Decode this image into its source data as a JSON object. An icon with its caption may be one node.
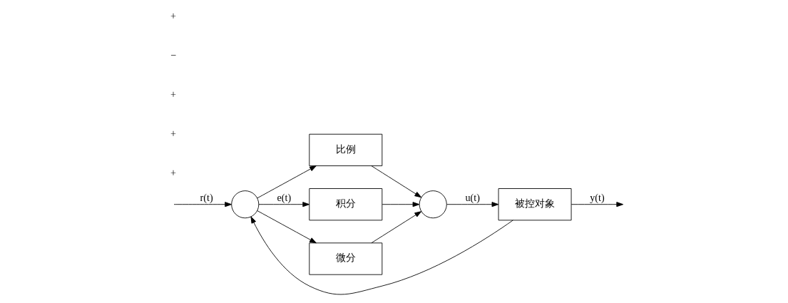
{
  "diagram": {
    "nodes": [
      {
        "text": [],
        "shape": "circle"
      },
      {
        "text": [
          "比例"
        ]
      },
      {
        "text": [
          "积分"
        ]
      },
      {
        "text": [
          "微分"
        ]
      },
      {
        "text": [],
        "shape": "circle"
      },
      {
        "text": [
          "被控对象"
        ]
      }
    ],
    "edges": [
      {
        "from": null,
        "to": 0,
        "arrow": "to",
        "label": "r(t)"
      },
      {
        "from": 0,
        "to": 1,
        "arrow": "to"
      },
      {
        "from": 0,
        "to": 2,
        "arrow": "to",
        "label": "e(t)"
      },
      {
        "from": 0,
        "to": 3,
        "arrow": "to"
      },
      {
        "from": 1,
        "to": 4,
        "arrow": "to"
      },
      {
        "from": 2,
        "to": 4,
        "arrow": "to"
      },
      {
        "from": 3,
        "to": 4,
        "arrow": "to"
      },
      {
        "from": 4,
        "to": 5,
        "arrow": "to",
        "label": "u(t)"
      },
      {
        "from": 5,
        "to": null,
        "arrow": "to",
        "label": "y(t)"
      },
      {
        "from": 5,
        "to": 0,
        "arrow": "to"
      }
    ],
    "labels": [
      "+",
      "+",
      "+",
      "−",
      "+"
    ]
  }
}
